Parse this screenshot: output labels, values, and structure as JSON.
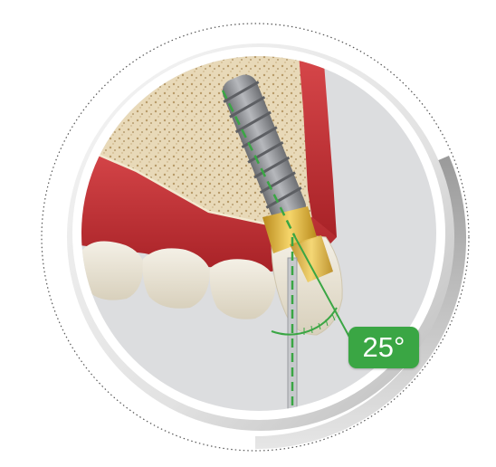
{
  "annotation": {
    "angle_label": "25°",
    "accent_color": "#3aa644"
  },
  "colors": {
    "bone": "#e6d6b4",
    "gum": "#c8353a",
    "tooth": "#ece6d6",
    "implant": "#8a8c90",
    "abutment": "#e4b838",
    "background": "#dcdddf"
  },
  "icons": {
    "decorative_ring": "dotted-arc",
    "illustration": "dental-implant-cross-section"
  }
}
